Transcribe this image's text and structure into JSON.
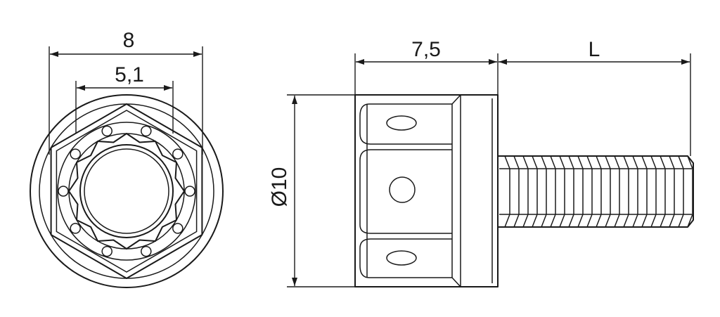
{
  "dimensions": {
    "flange_width": "8",
    "socket_width": "5,1",
    "head_length": "7,5",
    "thread_length": "L",
    "head_diameter": "Ø10"
  }
}
